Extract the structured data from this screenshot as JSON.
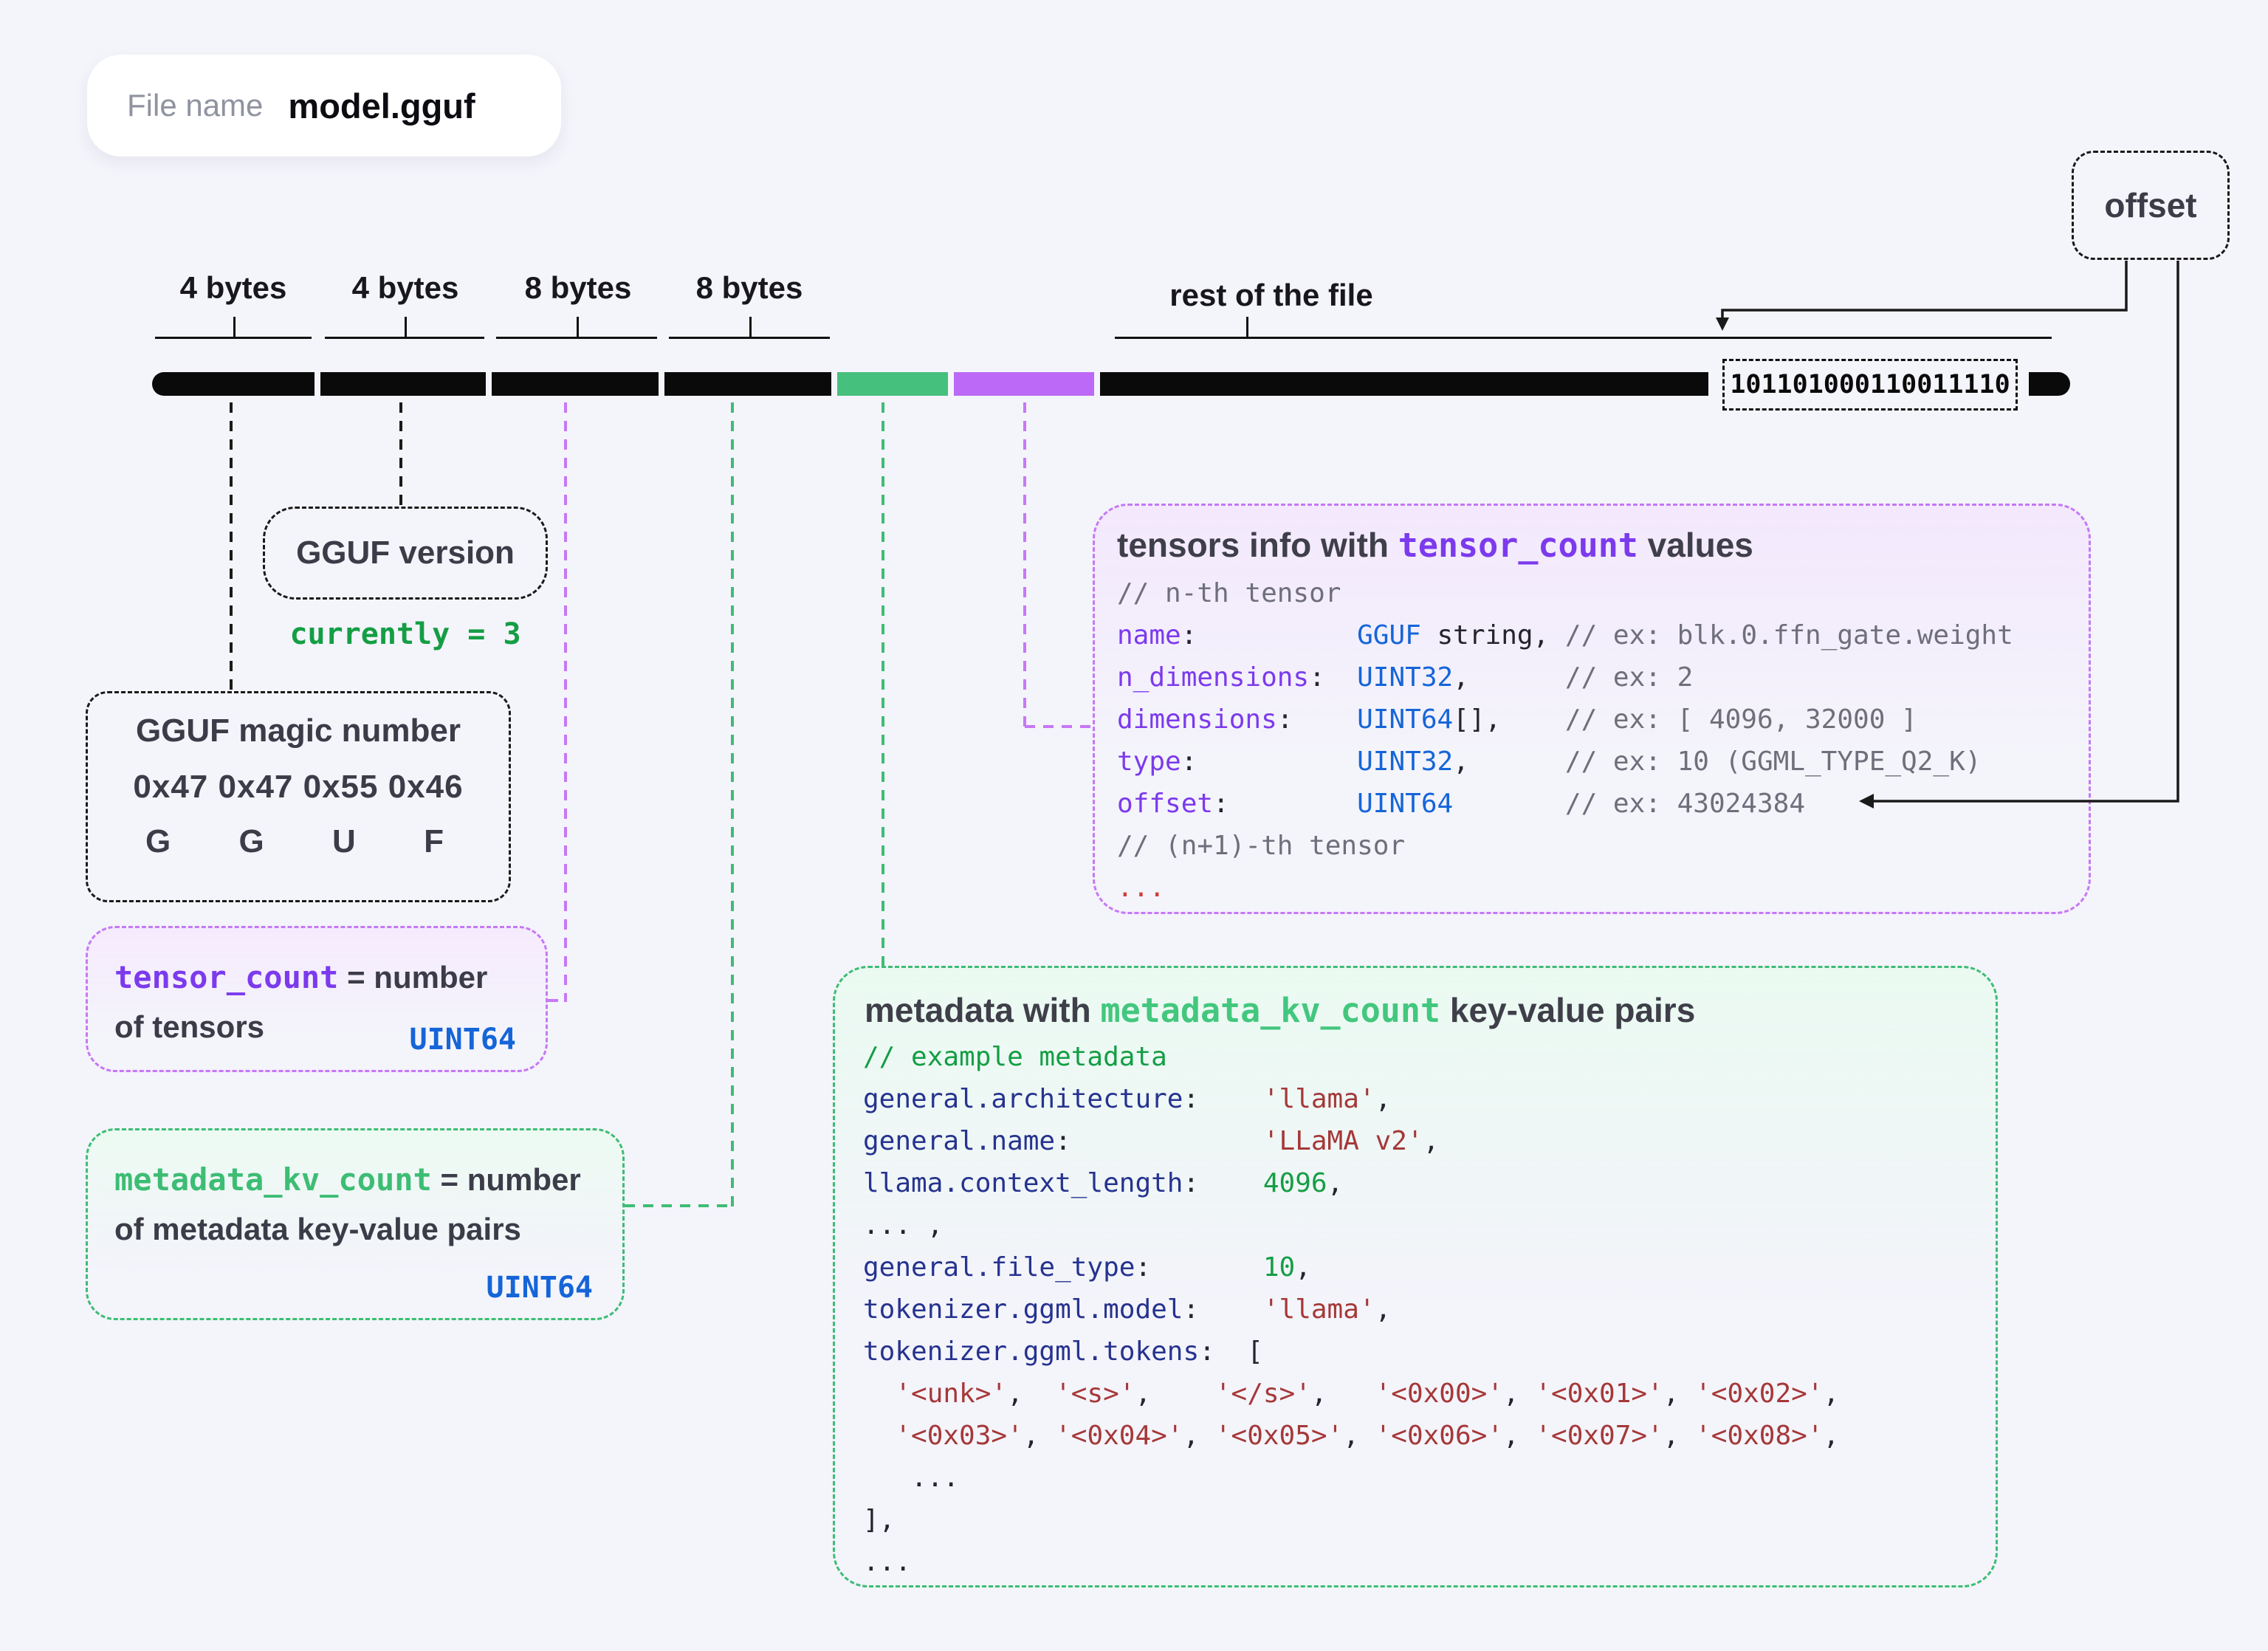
{
  "colors": {
    "background": "#f4f4fb",
    "bar_black": "#0a0a0a",
    "bar_green": "#46c07d",
    "bar_purple": "#bb69f6",
    "accent_purple": "#7c3aed",
    "accent_green": "#3dbd74",
    "accent_blue": "#1565d8",
    "string_red": "#a53838",
    "key_navy": "#26338f",
    "comment_gray": "#6f6f7c"
  },
  "file_pill": {
    "label": "File name",
    "value": "model.gguf"
  },
  "offset_box": {
    "label": "offset"
  },
  "bar": {
    "labels": [
      "4 bytes",
      "4 bytes",
      "8 bytes",
      "8 bytes",
      "rest of the file"
    ],
    "binary": "101101000110011110"
  },
  "version_box": {
    "title": "GGUF version",
    "note": "currently = 3"
  },
  "magic_box": {
    "title": "GGUF magic number",
    "hex": "0x47 0x47 0x55 0x46",
    "chars": [
      "G",
      "G",
      "U",
      "F"
    ]
  },
  "tensor_count_box": {
    "parts": [
      {
        "t": "tensor_count",
        "c": "pm"
      },
      {
        "t": " = number",
        "c": "sd"
      }
    ],
    "line2": "of tensors",
    "type": "UINT64"
  },
  "metadata_kv_box": {
    "parts": [
      {
        "t": "metadata_kv_count",
        "c": "gm"
      },
      {
        "t": " = number",
        "c": "sd"
      }
    ],
    "line2": "of metadata key-value pairs",
    "type": "UINT64"
  },
  "tensors_box": {
    "title_parts": [
      {
        "t": "tensors info with ",
        "c": "ts"
      },
      {
        "t": "tensor_count",
        "c": "pm"
      },
      {
        "t": " values",
        "c": "ts"
      }
    ],
    "lines": [
      [
        {
          "t": "// n-th tensor",
          "c": "cm"
        }
      ],
      [
        {
          "t": "name",
          "c": "pk"
        },
        {
          "t": ":          ",
          "c": "dk"
        },
        {
          "t": "GGUF",
          "c": "bl"
        },
        {
          "t": " string, ",
          "c": "dk"
        },
        {
          "t": "// ex: blk.0.ffn_gate.weight",
          "c": "cm"
        }
      ],
      [
        {
          "t": "n_dimensions",
          "c": "pk"
        },
        {
          "t": ":  ",
          "c": "dk"
        },
        {
          "t": "UINT32",
          "c": "bl"
        },
        {
          "t": ",      ",
          "c": "dk"
        },
        {
          "t": "// ex: 2",
          "c": "cm"
        }
      ],
      [
        {
          "t": "dimensions",
          "c": "pk"
        },
        {
          "t": ":    ",
          "c": "dk"
        },
        {
          "t": "UINT64",
          "c": "bl"
        },
        {
          "t": "[],    ",
          "c": "dk"
        },
        {
          "t": "// ex: [ 4096, 32000 ]",
          "c": "cm"
        }
      ],
      [
        {
          "t": "type",
          "c": "pk"
        },
        {
          "t": ":          ",
          "c": "dk"
        },
        {
          "t": "UINT32",
          "c": "bl"
        },
        {
          "t": ",      ",
          "c": "dk"
        },
        {
          "t": "// ex: 10 (GGML_TYPE_Q2_K)",
          "c": "cm"
        }
      ],
      [
        {
          "t": "offset",
          "c": "pk"
        },
        {
          "t": ":        ",
          "c": "dk"
        },
        {
          "t": "UINT64",
          "c": "bl"
        },
        {
          "t": "       ",
          "c": "dk"
        },
        {
          "t": "// ex: 43024384",
          "c": "cm"
        }
      ],
      [
        {
          "t": "// (n+1)-th tensor",
          "c": "cm"
        }
      ],
      [
        {
          "t": "...",
          "c": "rd"
        }
      ]
    ]
  },
  "metadata_box": {
    "title_parts": [
      {
        "t": "metadata with ",
        "c": "ts"
      },
      {
        "t": "metadata_kv_count",
        "c": "gm"
      },
      {
        "t": " key-value pairs",
        "c": "ts"
      }
    ],
    "lines": [
      [
        {
          "t": "// example metadata",
          "c": "gc"
        }
      ],
      [
        {
          "t": "general.architecture",
          "c": "nk"
        },
        {
          "t": ":    ",
          "c": "dk"
        },
        {
          "t": "'llama'",
          "c": "st"
        },
        {
          "t": ",",
          "c": "dk"
        }
      ],
      [
        {
          "t": "general.name",
          "c": "nk"
        },
        {
          "t": ":            ",
          "c": "dk"
        },
        {
          "t": "'LLaMA v2'",
          "c": "st"
        },
        {
          "t": ",",
          "c": "dk"
        }
      ],
      [
        {
          "t": "llama.context_length",
          "c": "nk"
        },
        {
          "t": ":    ",
          "c": "dk"
        },
        {
          "t": "4096",
          "c": "gc"
        },
        {
          "t": ",",
          "c": "dk"
        }
      ],
      [
        {
          "t": "... ,",
          "c": "dk"
        }
      ],
      [
        {
          "t": "general.file_type",
          "c": "nk"
        },
        {
          "t": ":       ",
          "c": "dk"
        },
        {
          "t": "10",
          "c": "gc"
        },
        {
          "t": ",",
          "c": "dk"
        }
      ],
      [
        {
          "t": "tokenizer.ggml.model",
          "c": "nk"
        },
        {
          "t": ":    ",
          "c": "dk"
        },
        {
          "t": "'llama'",
          "c": "st"
        },
        {
          "t": ",",
          "c": "dk"
        }
      ],
      [
        {
          "t": "tokenizer.ggml.tokens",
          "c": "nk"
        },
        {
          "t": ":  ",
          "c": "dk"
        },
        {
          "t": "[",
          "c": "dk"
        }
      ],
      [
        {
          "t": "  ",
          "c": "dk"
        },
        {
          "t": "'<unk>'",
          "c": "st"
        },
        {
          "t": ",  ",
          "c": "dk"
        },
        {
          "t": "'<s>'",
          "c": "st"
        },
        {
          "t": ",    ",
          "c": "dk"
        },
        {
          "t": "'</s>'",
          "c": "st"
        },
        {
          "t": ",   ",
          "c": "dk"
        },
        {
          "t": "'<0x00>'",
          "c": "st"
        },
        {
          "t": ", ",
          "c": "dk"
        },
        {
          "t": "'<0x01>'",
          "c": "st"
        },
        {
          "t": ", ",
          "c": "dk"
        },
        {
          "t": "'<0x02>'",
          "c": "st"
        },
        {
          "t": ",",
          "c": "dk"
        }
      ],
      [
        {
          "t": "  ",
          "c": "dk"
        },
        {
          "t": "'<0x03>'",
          "c": "st"
        },
        {
          "t": ", ",
          "c": "dk"
        },
        {
          "t": "'<0x04>'",
          "c": "st"
        },
        {
          "t": ", ",
          "c": "dk"
        },
        {
          "t": "'<0x05>'",
          "c": "st"
        },
        {
          "t": ", ",
          "c": "dk"
        },
        {
          "t": "'<0x06>'",
          "c": "st"
        },
        {
          "t": ", ",
          "c": "dk"
        },
        {
          "t": "'<0x07>'",
          "c": "st"
        },
        {
          "t": ", ",
          "c": "dk"
        },
        {
          "t": "'<0x08>'",
          "c": "st"
        },
        {
          "t": ",",
          "c": "dk"
        }
      ],
      [
        {
          "t": "   ...",
          "c": "dk"
        }
      ],
      [
        {
          "t": "],",
          "c": "dk"
        }
      ],
      [
        {
          "t": "...",
          "c": "dk"
        }
      ]
    ]
  }
}
